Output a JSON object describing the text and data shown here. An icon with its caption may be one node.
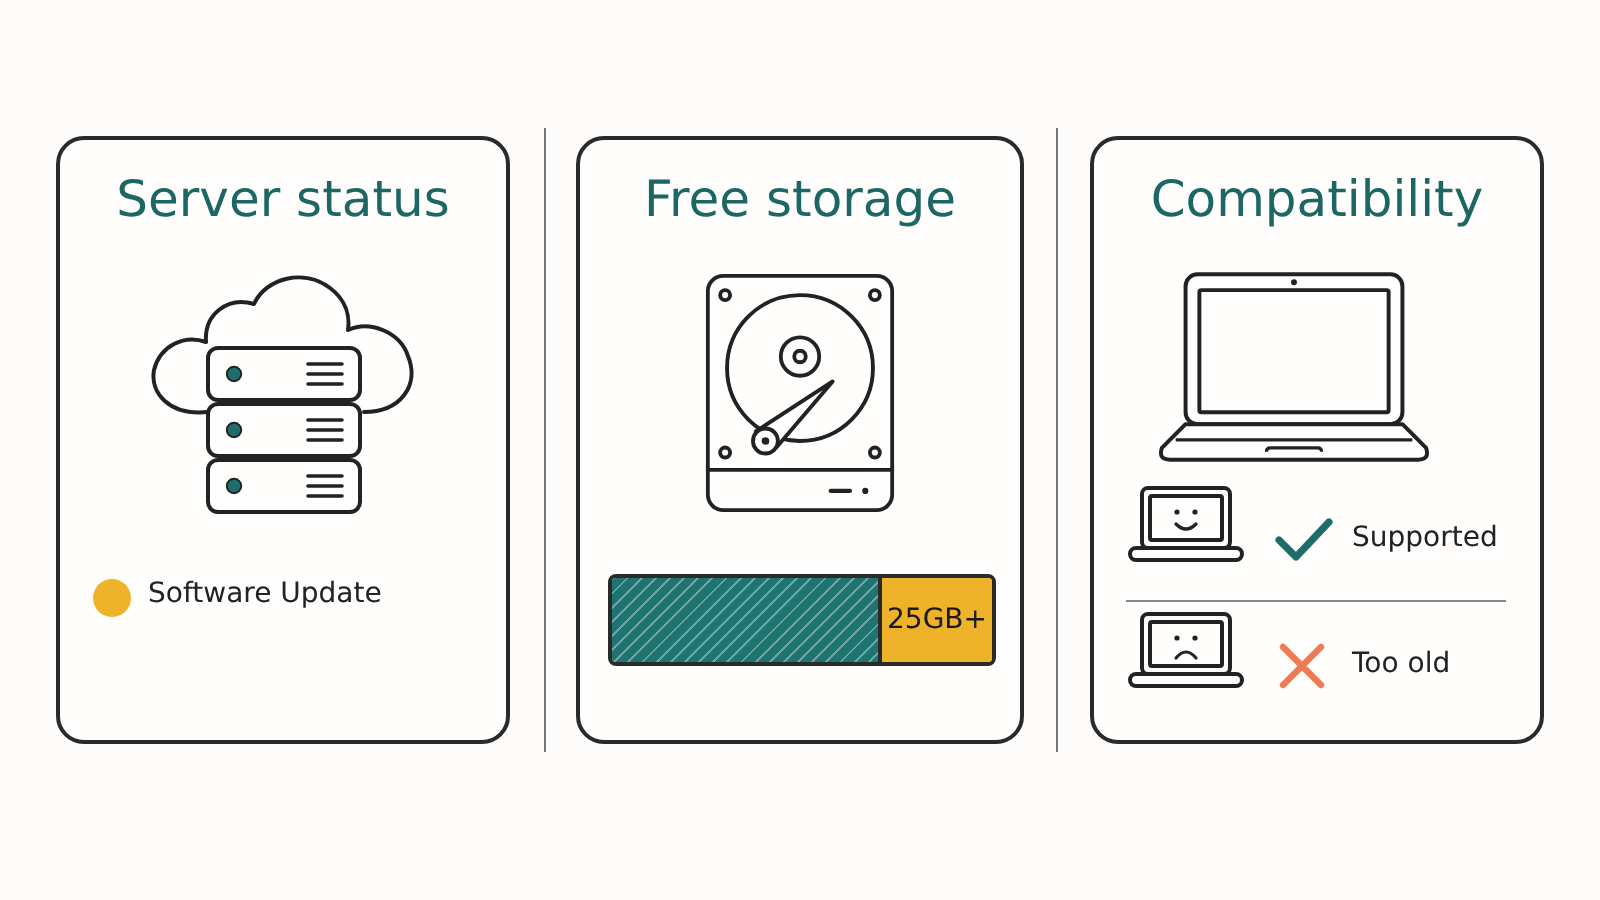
{
  "diagram": {
    "nodes": [
      {
        "text": [
          "Server status"
        ]
      },
      {
        "text": [
          "Free storage"
        ]
      },
      {
        "text": [
          "Compatibility"
        ]
      },
      {
        "text": [],
        "shape": "bar",
        "in": 1
      },
      {
        "text": [
          "25GB+"
        ],
        "in": 1
      }
    ],
    "labels": [
      "Software Update",
      "Supported",
      "Too old"
    ]
  }
}
